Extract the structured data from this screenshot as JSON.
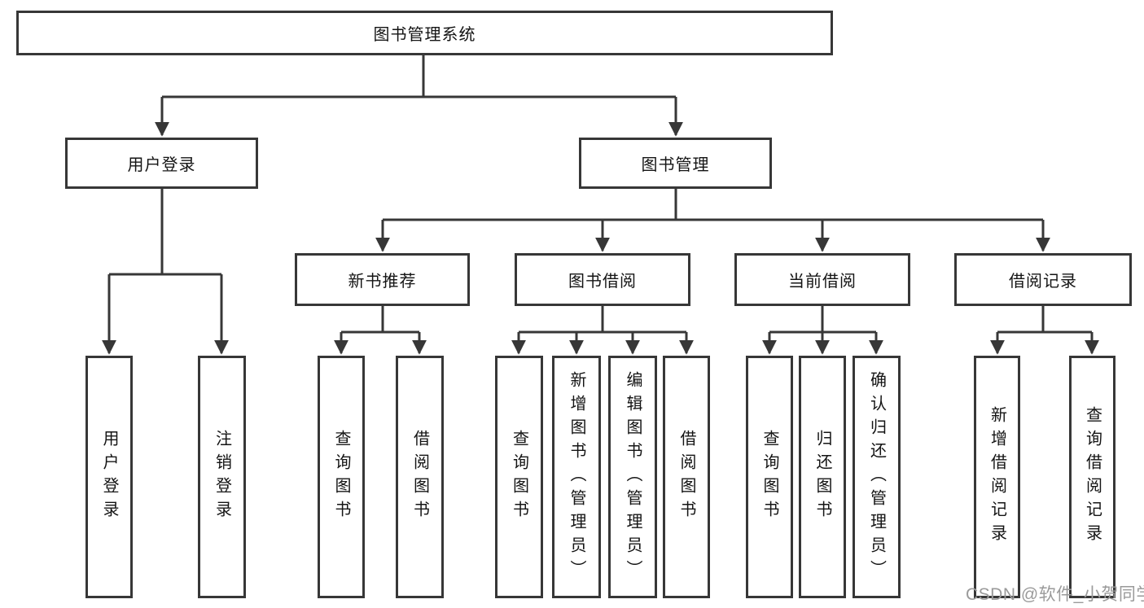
{
  "root": {
    "label": "图书管理系统"
  },
  "level2": {
    "user_login": {
      "label": "用户登录",
      "leaves": [
        "用户登录",
        "注销登录"
      ]
    },
    "book_mgmt": {
      "label": "图书管理"
    }
  },
  "level3": {
    "new_books": {
      "label": "新书推荐",
      "leaves": [
        "查询图书",
        "借阅图书"
      ]
    },
    "borrow": {
      "label": "图书借阅",
      "leaves": [
        "查询图书",
        "新增图书（管理员）",
        "编辑图书（管理员）",
        "借阅图书"
      ]
    },
    "current": {
      "label": "当前借阅",
      "leaves": [
        "查询图书",
        "归还图书",
        "确认归还（管理员）"
      ]
    },
    "records": {
      "label": "借阅记录",
      "leaves": [
        "新增借阅记录",
        "查询借阅记录"
      ]
    }
  },
  "watermark": "CSDN @软件_小贺同学",
  "colors": {
    "line": "#373737",
    "text": "#141414",
    "watermark": "#9a9a9a",
    "background": "#ffffff"
  }
}
